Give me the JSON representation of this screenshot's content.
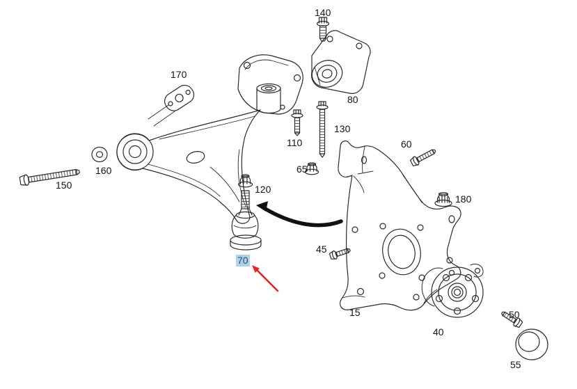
{
  "diagram": {
    "type": "exploded-parts-diagram",
    "line_color": "#2a2a2a",
    "labels": [
      {
        "text": "140",
        "selected": false
      },
      {
        "text": "170",
        "selected": false
      },
      {
        "text": "80",
        "selected": false
      },
      {
        "text": "110",
        "selected": false
      },
      {
        "text": "130",
        "selected": false
      },
      {
        "text": "60",
        "selected": false
      },
      {
        "text": "65",
        "selected": false
      },
      {
        "text": "160",
        "selected": false
      },
      {
        "text": "150",
        "selected": false
      },
      {
        "text": "120",
        "selected": false
      },
      {
        "text": "180",
        "selected": false
      },
      {
        "text": "45",
        "selected": false
      },
      {
        "text": "70",
        "selected": true
      },
      {
        "text": "15",
        "selected": false
      },
      {
        "text": "40",
        "selected": false
      },
      {
        "text": "50",
        "selected": false
      },
      {
        "text": "55",
        "selected": false
      }
    ],
    "selection": {
      "selected_label": "70",
      "highlight_color": "#aed2e8",
      "highlight_text_color": "#1d4e79",
      "pointer_arrow_color": "#e5271d"
    }
  }
}
